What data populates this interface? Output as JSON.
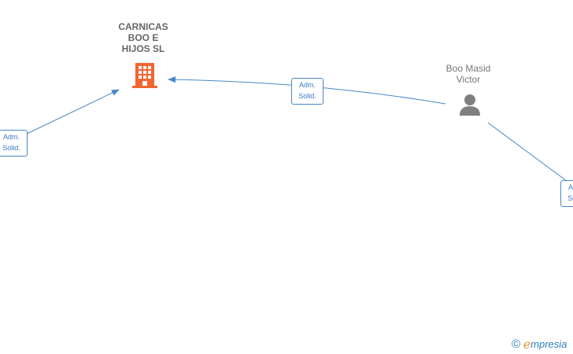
{
  "nodes": {
    "company": {
      "name_lines": [
        "CARNICAS",
        "BOO E",
        "HIJOS  SL"
      ]
    },
    "person": {
      "name_lines": [
        "Boo Masid",
        "Victor"
      ]
    }
  },
  "edges": [
    {
      "label_lines": [
        "Adm.",
        "Solid."
      ]
    },
    {
      "label_lines": [
        "Adm.",
        "Solid."
      ]
    },
    {
      "label_lines": [
        "Adm.",
        "Solid."
      ]
    }
  ],
  "colors": {
    "company_icon": "#f26531",
    "person_icon": "#7f7f7f",
    "edge_line": "#4a86c8"
  },
  "icons": {
    "company": "building-icon",
    "person": "person-icon",
    "copyright": "copyright-icon"
  },
  "brand": {
    "copyright": "©",
    "initial": "e",
    "name": "mpresia"
  }
}
